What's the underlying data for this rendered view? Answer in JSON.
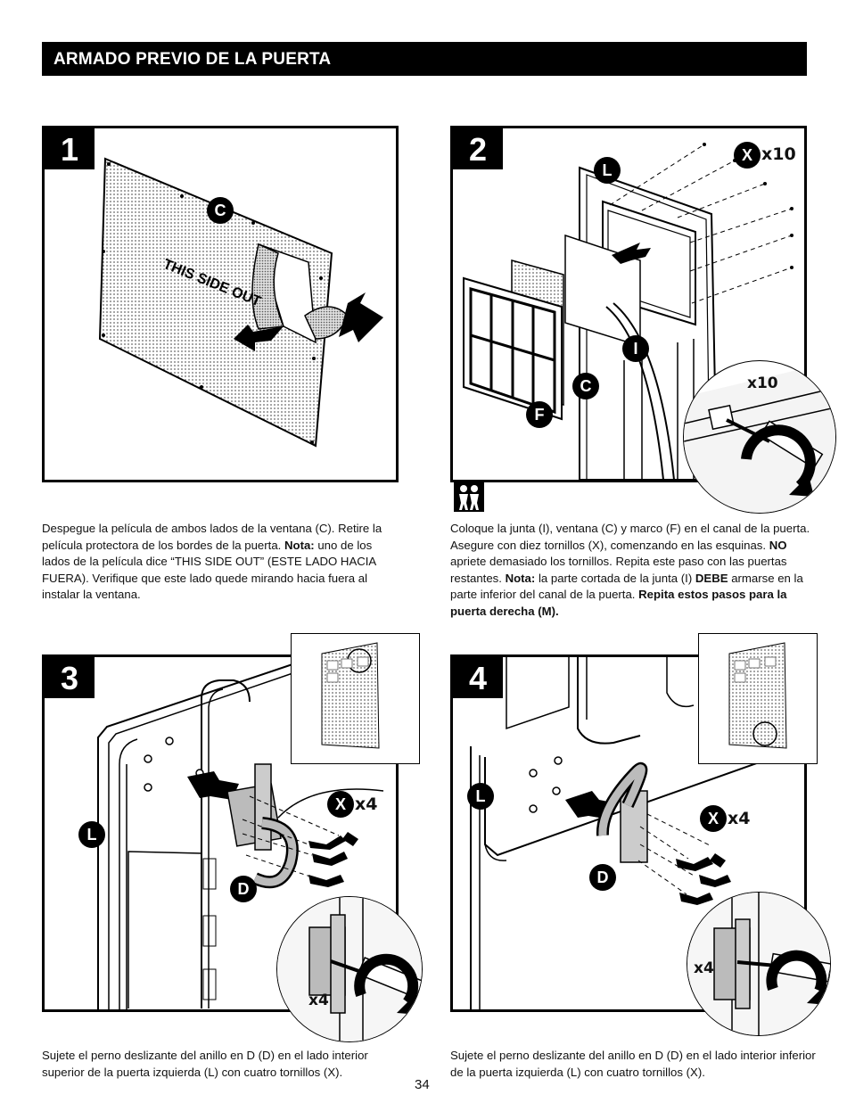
{
  "header": {
    "title": "ARMADO PREVIO DE LA PUERTA"
  },
  "steps": [
    {
      "number": "1",
      "badges": {
        "window": "C"
      },
      "film_label": "THIS SIDE OUT",
      "text_parts": [
        "Despegue la película de ambos lados de la ventana (C). Retire la película protectora de los bordes de la puerta. ",
        "Nota:",
        " uno de los lados de la película dice “THIS SIDE OUT” (ESTE LADO HACIA FUERA). Verifique que este lado quede mirando hacia fuera al instalar la ventana."
      ]
    },
    {
      "number": "2",
      "badges": {
        "door": "L",
        "screw": "X",
        "gasket": "I",
        "window": "C",
        "frame": "F"
      },
      "screw_qty": "x10",
      "zoom_qty": "x10",
      "text_parts": [
        "Coloque la junta (I), ventana (C) y marco (F) en el canal de la puerta. Asegure con diez tornillos (X), comenzando en las esquinas. ",
        "NO",
        " apriete demasiado los tornillos. Repita este paso con las puertas restantes. ",
        "Nota:",
        " la parte cortada de la junta (I) ",
        "DEBE",
        " armarse en la parte inferior del canal de la puerta. ",
        "Repita estos pasos para la puerta derecha (M)."
      ]
    },
    {
      "number": "3",
      "badges": {
        "door": "L",
        "screw": "X",
        "ring": "D"
      },
      "screw_qty": "x4",
      "zoom_qty": "x4",
      "text": "Sujete el perno deslizante del anillo en D (D) en el lado interior superior de la puerta izquierda (L) con cuatro tornillos (X)."
    },
    {
      "number": "4",
      "badges": {
        "door": "L",
        "screw": "X",
        "ring": "D"
      },
      "screw_qty": "x4",
      "zoom_qty": "x4",
      "text": "Sujete el perno deslizante del anillo en D (D) en el lado interior inferior de la puerta izquierda (L) con cuatro tornillos (X)."
    }
  ],
  "page_number": "34",
  "icons": [
    "two-person-icon",
    "screwdriver-icon",
    "rotate-arrow-icon",
    "push-arrow-icon"
  ]
}
